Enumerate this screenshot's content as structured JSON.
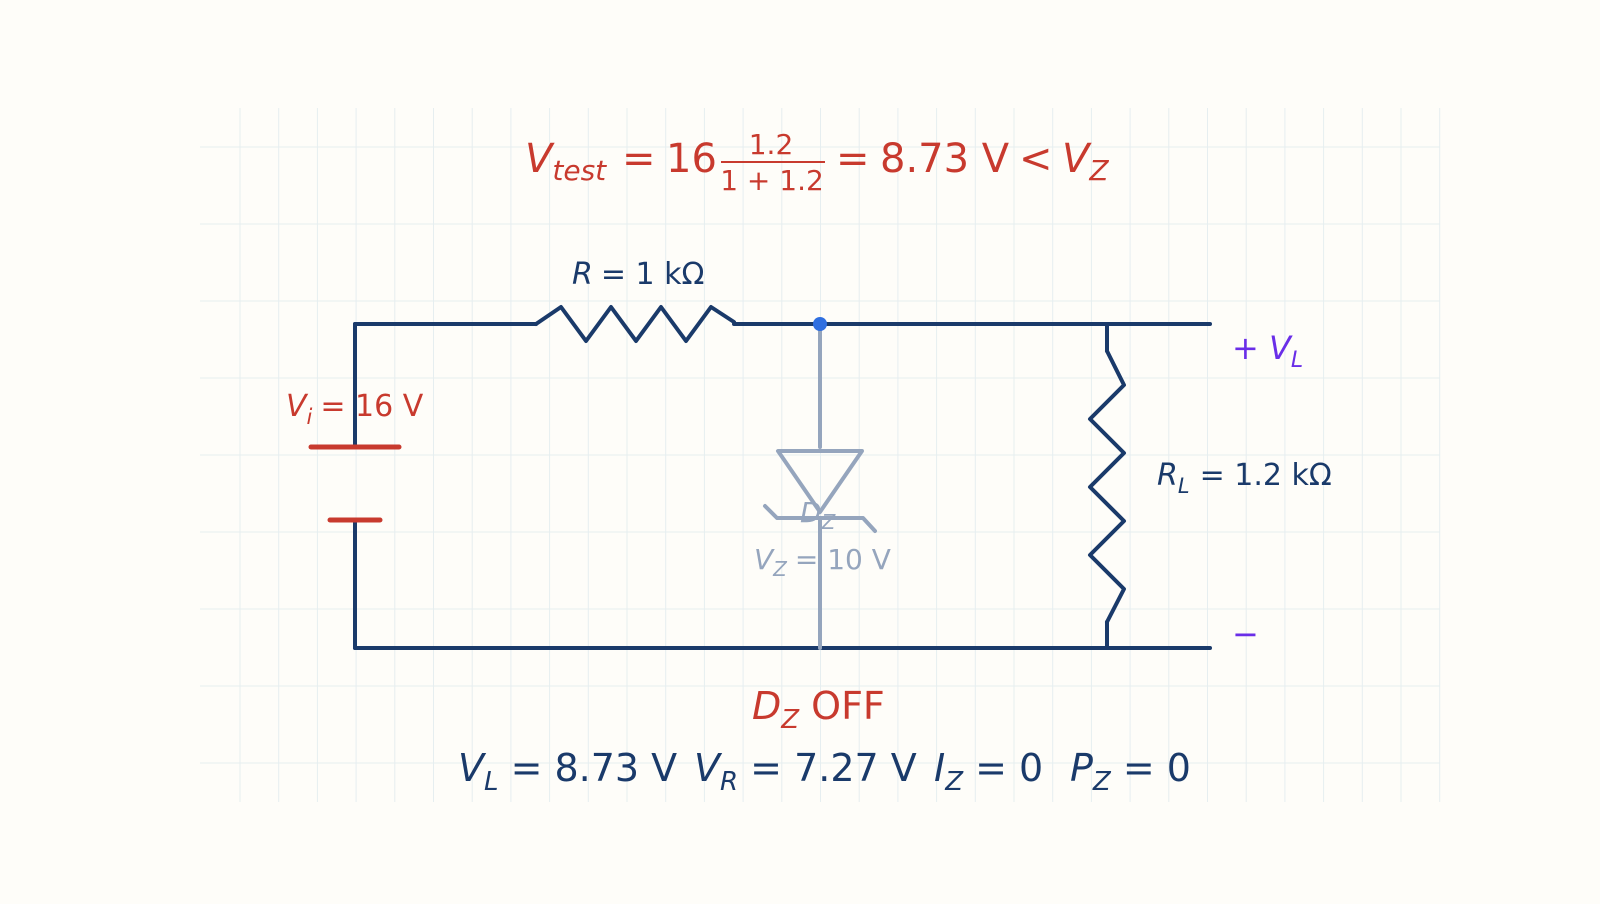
{
  "colors": {
    "background": "#fefdf9",
    "grid": "#e6eef0",
    "wire": "#1a3a6a",
    "highlight": "#c83a2e",
    "inactive": "#95a5bd",
    "terminal": "#6a2ee8",
    "node": "#2f6fe0"
  },
  "equation": {
    "lhs_symbol": "V",
    "lhs_sub": "test",
    "eq1": "=",
    "coef": "16",
    "frac_num": "1.2",
    "frac_den": "1 + 1.2",
    "eq2": "=",
    "value": "8.73 V",
    "lt": "<",
    "rhs_symbol": "V",
    "rhs_sub": "Z"
  },
  "source": {
    "symbol": "V",
    "sub": "i",
    "value": "= 16 V"
  },
  "resistor_r": {
    "symbol": "R",
    "value": "= 1 kΩ"
  },
  "load": {
    "symbol": "R",
    "sub": "L",
    "value": "= 1.2 kΩ"
  },
  "zener": {
    "symbol": "D",
    "sub": "Z",
    "vz_symbol": "V",
    "vz_sub": "Z",
    "vz_value": "= 10 V",
    "state_value": " OFF"
  },
  "output": {
    "plus": "+ ",
    "symbol": "V",
    "sub": "L",
    "minus": "−"
  },
  "results": [
    {
      "symbol": "V",
      "sub": "L",
      "value": " = 8.73 V"
    },
    {
      "symbol": "V",
      "sub": "R",
      "value": " = 7.27 V"
    },
    {
      "symbol": "I",
      "sub": "Z",
      "value": " = 0"
    },
    {
      "symbol": "P",
      "sub": "Z",
      "value": " = 0"
    }
  ]
}
